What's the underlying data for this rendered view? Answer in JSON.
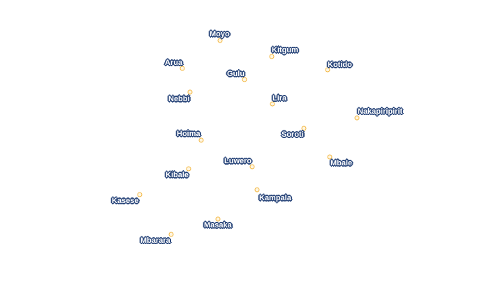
{
  "map": {
    "marker_color": "#f2b640",
    "label_halo_color": "#2e4a7d",
    "label_text_color": "#ffffff",
    "cities": {
      "moyo": "Moyo",
      "kitgum": "Kitgum",
      "arua": "Arua",
      "kotido": "Kotido",
      "gulu": "Gulu",
      "nebbi": "Nebbi",
      "lira": "Lira",
      "nakapiripirit": "Nakapiripirit",
      "soroti": "Soroti",
      "hoima": "Hoima",
      "mbale": "Mbale",
      "luwero": "Luwero",
      "kibale": "Kibale",
      "kampala": "Kampala",
      "kasese": "Kasese",
      "masaka": "Masaka",
      "mbarara": "Mbarara"
    }
  }
}
